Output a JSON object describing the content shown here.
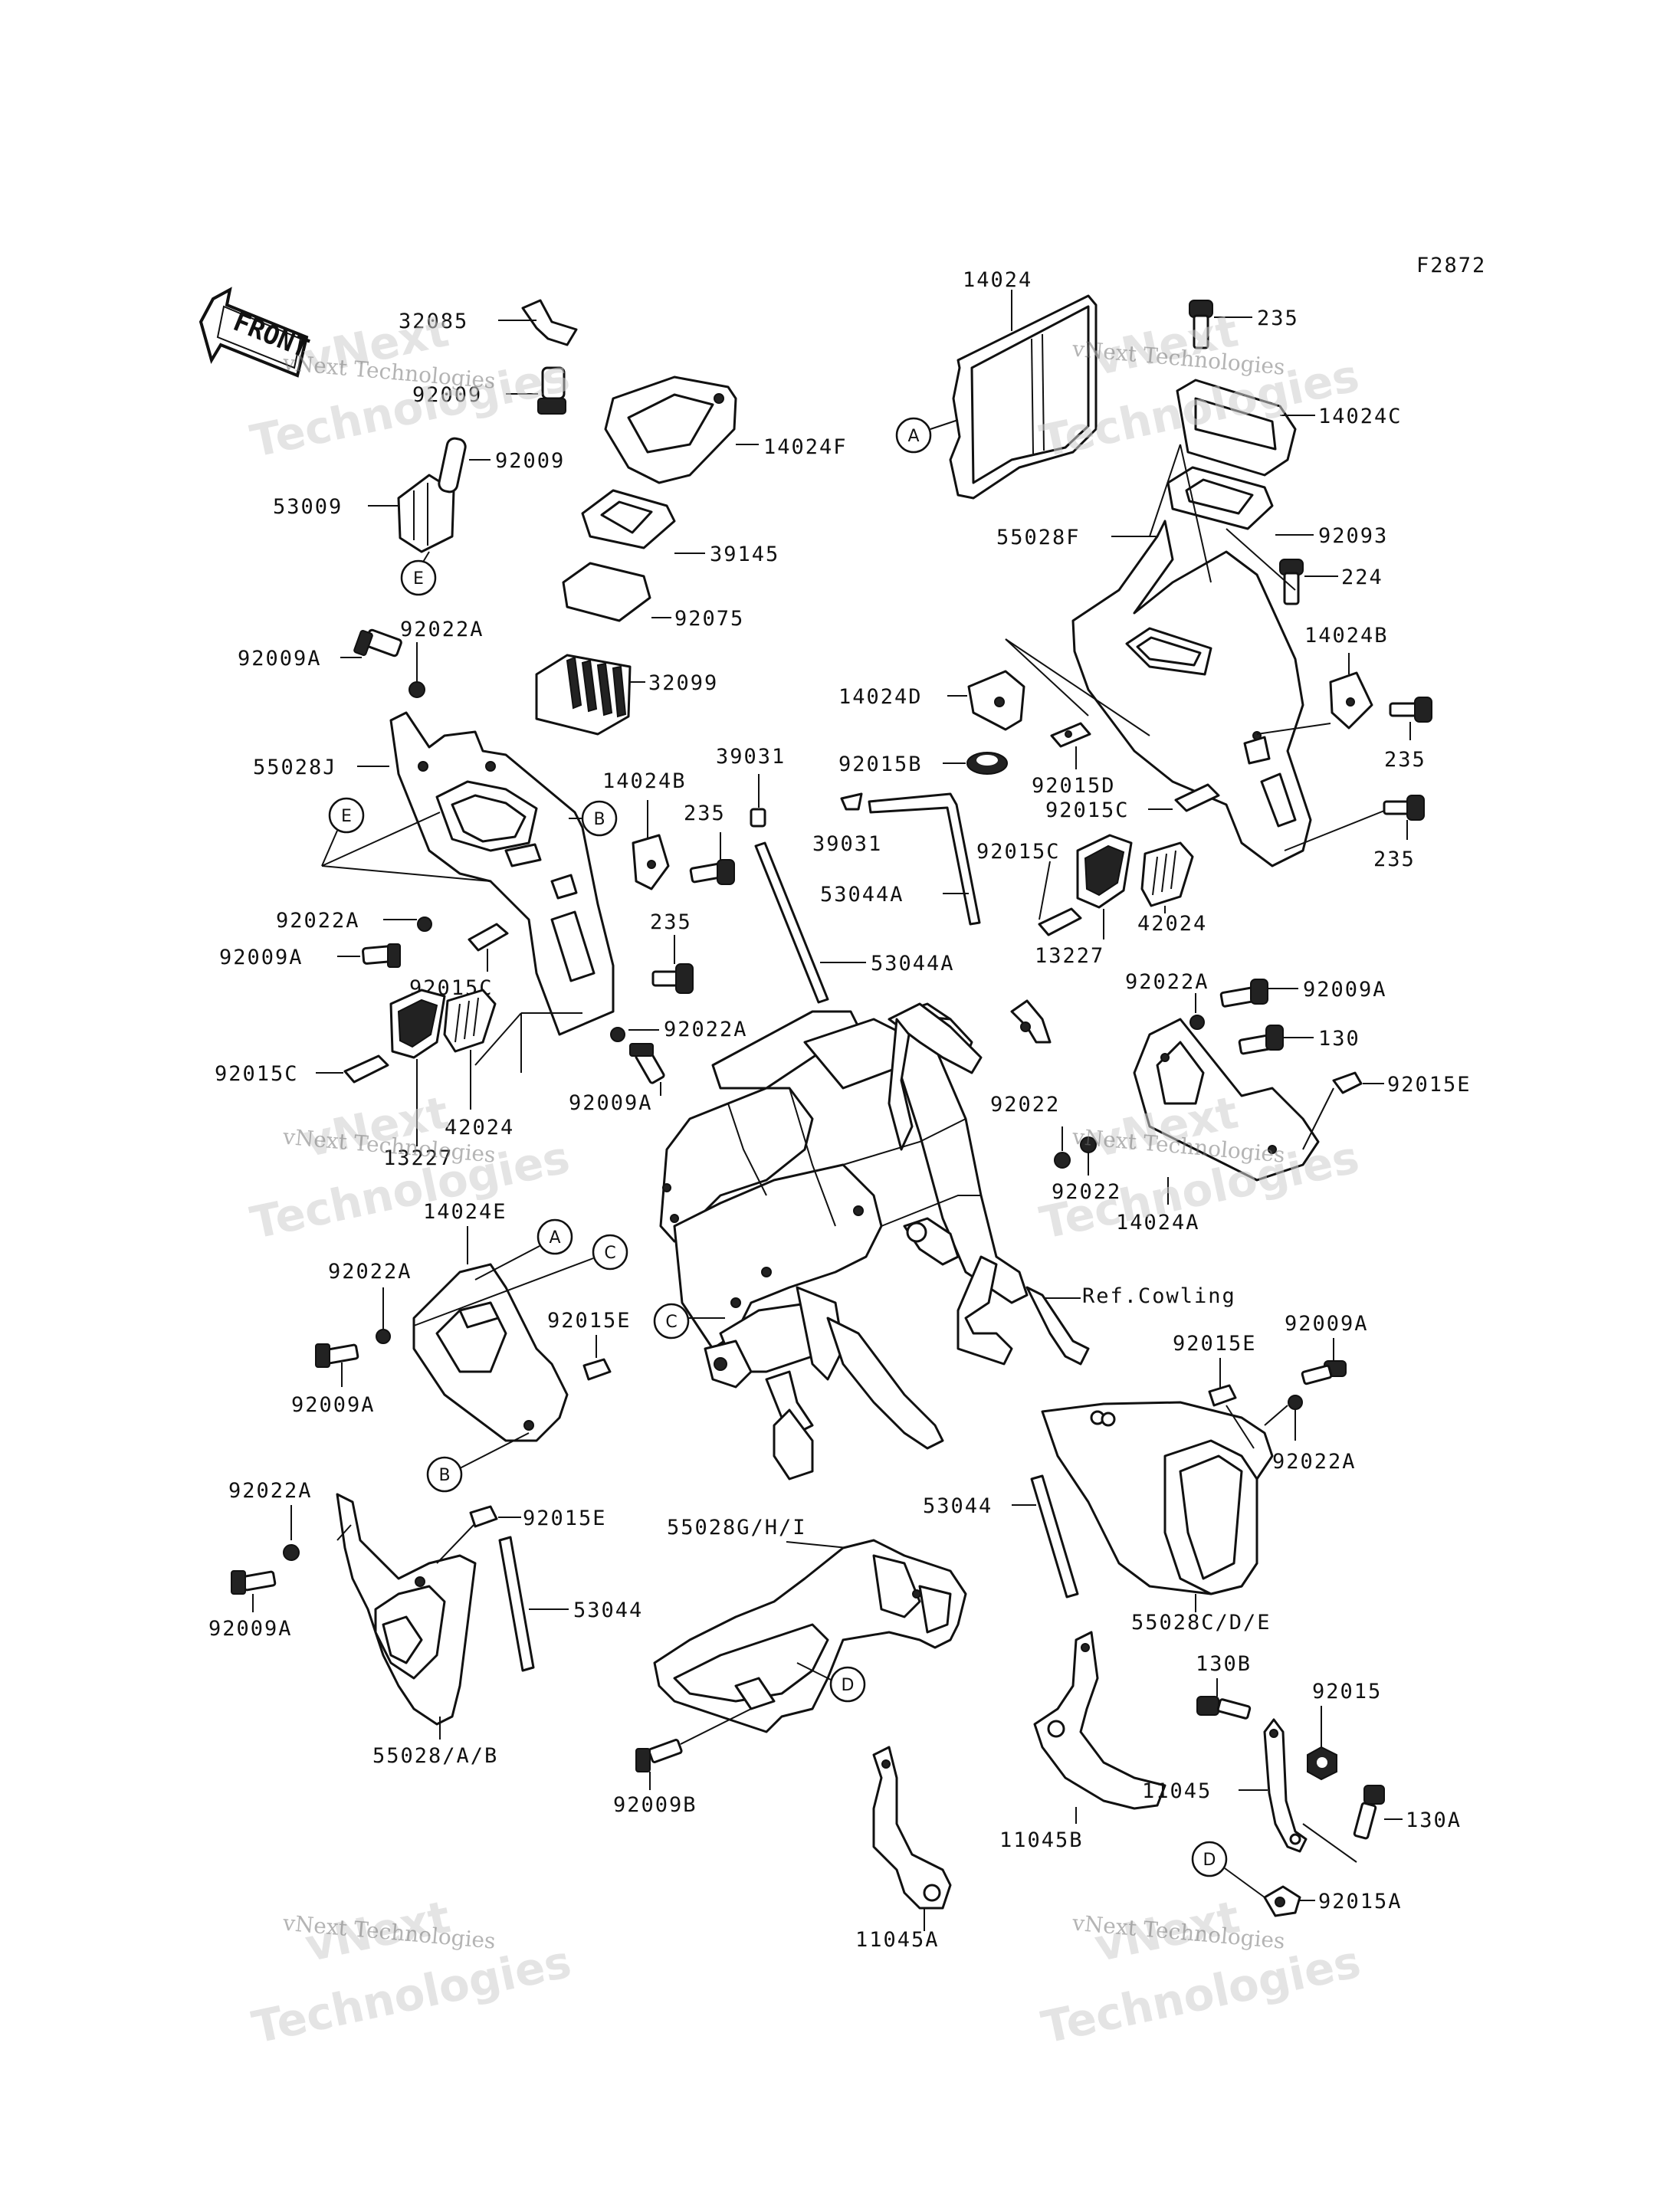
{
  "figure_code": "F2872",
  "front_arrow": "FRONT",
  "watermark": {
    "line1": "vNext Technologies",
    "line2": "Technologies",
    "line3": "vNext"
  },
  "callouts": {
    "a": "A",
    "b": "B",
    "c": "C",
    "d": "D",
    "e": "E"
  },
  "labels": {
    "p32085": "32085",
    "p92009_top": "92009",
    "p92009_53009": "92009",
    "p53009": "53009",
    "p14024F": "14024F",
    "p39145": "39145",
    "p92075": "92075",
    "p32099": "32099",
    "p92009A_1": "92009A",
    "p92022A_1": "92022A",
    "p55028J": "55028J",
    "p14024B_l": "14024B",
    "p235_l1": "235",
    "p92022A_2": "92022A",
    "p92009A_2": "92009A",
    "p92015C_l": "92015C",
    "p235_l2": "235",
    "p92022A_3": "92022A",
    "p92009A_3": "92009A",
    "p92015C_l2": "92015C",
    "p42024_l": "42024",
    "p13227_l": "13227",
    "p39031_a": "39031",
    "p39031_b": "39031",
    "p53044A_1": "53044A",
    "p53044A_2": "53044A",
    "p14024": "14024",
    "p235_r1": "235",
    "p14024C": "14024C",
    "p55028F": "55028F",
    "p92093": "92093",
    "p224": "224",
    "p14024B_r": "14024B",
    "p14024D": "14024D",
    "p92015B": "92015B",
    "p92015D": "92015D",
    "p235_r2": "235",
    "p92015C_r": "92015C",
    "p235_r3": "235",
    "p92015C_r2": "92015C",
    "p42024_r": "42024",
    "p13227_r": "13227",
    "p92022A_r": "92022A",
    "p92009A_r": "92009A",
    "p130": "130",
    "p92022_a": "92022",
    "p92015E_r": "92015E",
    "p92022_b": "92022",
    "p14024A": "14024A",
    "p14024E": "14024E",
    "p92022A_e": "92022A",
    "p92015E_e": "92015E",
    "p92009A_e": "92009A",
    "ref_cowling": "Ref.Cowling",
    "p92015E_rr": "92015E",
    "p92009A_rr": "92009A",
    "p92022A_rr": "92022A",
    "p53044_r": "53044",
    "p55028CDE": "55028C/D/E",
    "p92022A_b": "92022A",
    "p92015E_b": "92015E",
    "p92009A_b": "92009A",
    "p53044_l": "53044",
    "p55028AB": "55028/A/B",
    "p55028GHI": "55028G/H/I",
    "p92009B": "92009B",
    "p130B": "130B",
    "p92015": "92015",
    "p11045": "11045",
    "p130A": "130A",
    "p11045B": "11045B",
    "p92015A": "92015A",
    "p11045A": "11045A"
  }
}
